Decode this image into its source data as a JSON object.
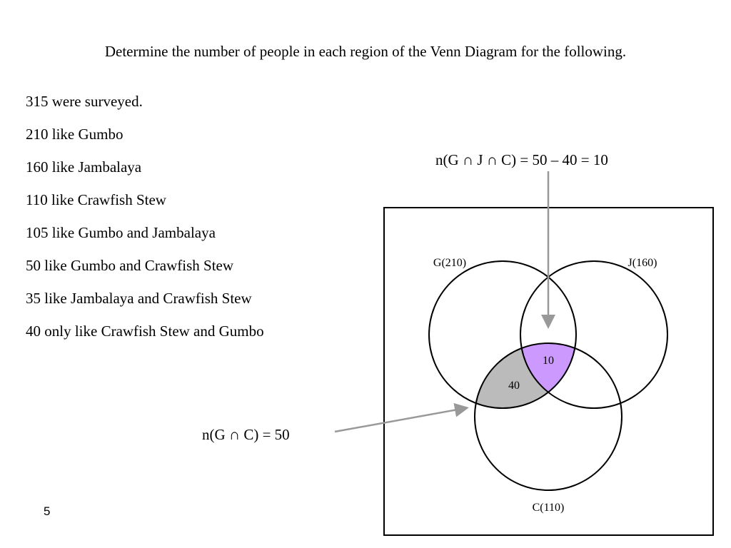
{
  "heading": "Determine the number of people in each region of the Venn Diagram for the following.",
  "facts": [
    "315 were surveyed.",
    "210 like Gumbo",
    "160 like Jambalaya",
    "110 like Crawfish Stew",
    "105 like Gumbo and Jambalaya",
    "50 like Gumbo and Crawfish Stew",
    "35 like Jambalaya and Crawfish Stew",
    "40 only like Crawfish Stew and Gumbo"
  ],
  "formulas": {
    "triple": "n(G ∩ J ∩ C) = 50 – 40 = 10",
    "pair": "n(G ∩ C) = 50"
  },
  "venn": {
    "labels": {
      "g": "G(210)",
      "j": "J(160)",
      "c": "C(110)"
    },
    "regions": {
      "gjc": "10",
      "gc_only": "40"
    },
    "colors": {
      "gjc": "#cc99ff",
      "gc_only": "#bbbbbb",
      "arrow": "#999999"
    }
  },
  "page_number": "5"
}
